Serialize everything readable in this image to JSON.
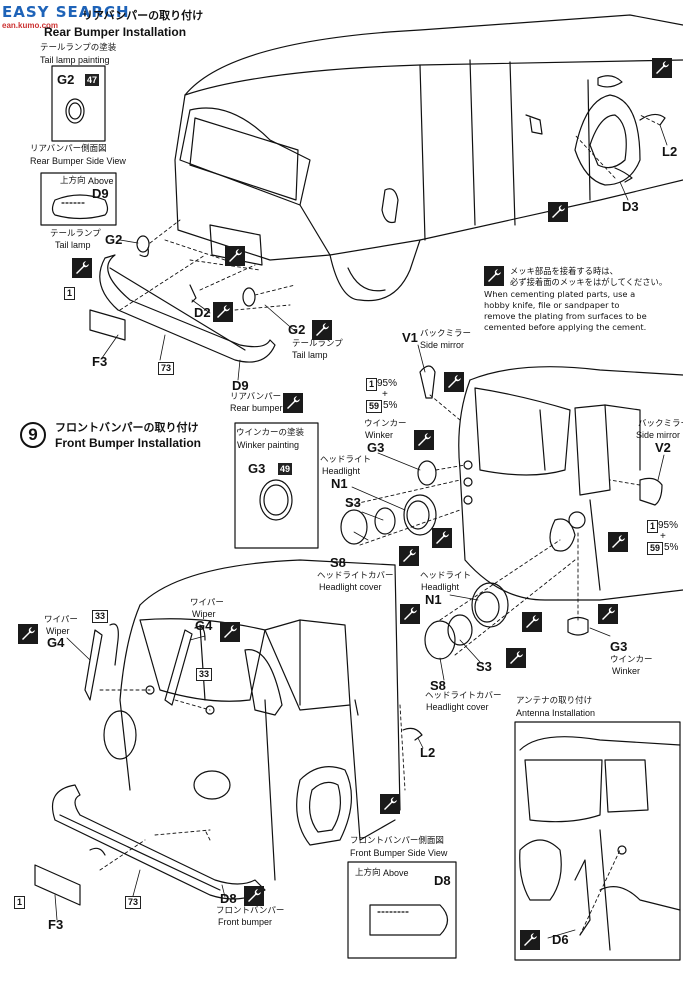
{
  "watermark": {
    "brand": "EASY SEARCH",
    "site": "ean.kumo.com"
  },
  "rear": {
    "title_jp": "リアバンパーの取り付け",
    "title_en": "Rear Bumper Installation",
    "taillamp_painting_jp": "テールランプの塗装",
    "taillamp_painting_en": "Tail lamp painting",
    "g2_paint_part": "G2",
    "g2_paint_color": "47",
    "sideview_jp": "リアバンパー側面図",
    "sideview_en": "Rear Bumper Side View",
    "above_jp": "上方向",
    "above_en": "Above",
    "d9_side": "D9",
    "taillamp_jp": "テールランプ",
    "taillamp_en": "Tail lamp",
    "g2_left": "G2",
    "g2_right": "G2",
    "taillamp_jp2": "テールランプ",
    "taillamp_en2": "Tail lamp",
    "d2": "D2",
    "f3": "F3",
    "badge_1": "1",
    "badge_73": "73",
    "d9": "D9",
    "rear_bumper_jp": "リアバンパー",
    "rear_bumper_en": "Rear bumper",
    "l2": "L2",
    "d3": "D3"
  },
  "note": {
    "jp1": "メッキ部品を接着する時は、",
    "jp2": "必ず接着面のメッキをはがしてください。",
    "en1": "When cementing plated parts, use a",
    "en2": "hobby knife, file or sandpaper to",
    "en3": "remove the plating from surfaces to be",
    "en4": "cemented before applying the cement."
  },
  "mirror": {
    "v1": "V1",
    "v1_jp": "バックミラー",
    "v1_en": "Side mirror",
    "v2": "V2",
    "v2_jp": "バックミラー",
    "v2_en": "Side mirror",
    "mix1_a": "1",
    "mix1_pct_a": "95%",
    "mix1_plus": "+",
    "mix1_b": "59",
    "mix1_pct_b": "5%",
    "mix2_a": "1",
    "mix2_pct_a": "95%",
    "mix2_plus": "+",
    "mix2_b": "59",
    "mix2_pct_b": "5%"
  },
  "front": {
    "step": "9",
    "title_jp": "フロントバンパーの取り付け",
    "title_en": "Front Bumper Installation",
    "winker_painting_jp": "ウインカーの塗装",
    "winker_painting_en": "Winker painting",
    "g3_paint_part": "G3",
    "g3_paint_color": "49",
    "winker_jp": "ウインカー",
    "winker_en": "Winker",
    "g3": "G3",
    "headlight_jp": "ヘッドライト",
    "headlight_en": "Headlight",
    "n1": "N1",
    "s3": "S3",
    "s8": "S8",
    "hlcover_jp": "ヘッドライトカバー",
    "hlcover_en": "Headlight cover",
    "headlight_jp2": "ヘッドライト",
    "headlight_en2": "Headlight",
    "n1_b": "N1",
    "s3_b": "S3",
    "s8_b": "S8",
    "hlcover_jp2": "ヘッドライトカバー",
    "hlcover_en2": "Headlight cover",
    "g3_b": "G3",
    "winker_jp2": "ウインカー",
    "winker_en2": "Winker",
    "wiper_jp": "ワイパー",
    "wiper_en": "Wiper",
    "g4": "G4",
    "wiper_jp2": "ワイパー",
    "wiper_en2": "Wiper",
    "g4_b": "G4",
    "badge_33a": "33",
    "badge_33b": "33",
    "l2": "L2",
    "badge_1": "1",
    "f3": "F3",
    "badge_73": "73",
    "d8": "D8",
    "front_bumper_jp": "フロントバンパー",
    "front_bumper_en": "Front bumper",
    "sideview_jp": "フロントバンパー側面図",
    "sideview_en": "Front Bumper Side View",
    "above_jp": "上方向",
    "above_en": "Above",
    "d8_side": "D8"
  },
  "antenna": {
    "title_jp": "アンテナの取り付け",
    "title_en": "Antenna Installation",
    "d6": "D6"
  }
}
